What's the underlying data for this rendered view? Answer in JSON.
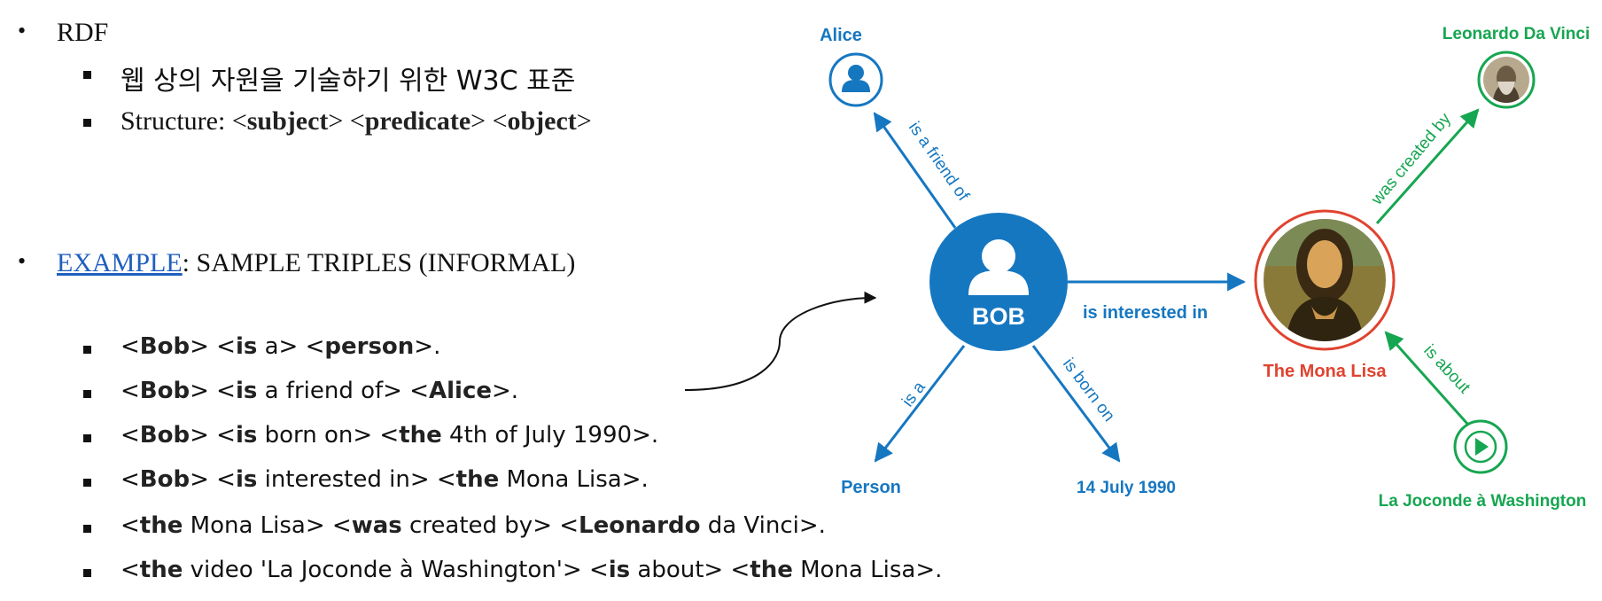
{
  "left": {
    "rdf": {
      "title": "RDF",
      "line1": "웹 상의 자원을 기술하기 위한 W3C 표준",
      "structure_prefix": "Structure: ",
      "subject": "subject",
      "predicate": "predicate",
      "object": "object"
    },
    "example": {
      "link_text": "EXAMPLE",
      "rest": ": SAMPLE TRIPLES (INFORMAL)",
      "triples": [
        {
          "s_bold": "Bob",
          "p_bold": "is",
          "p_rest": " a",
          "o_bold": "person",
          "o_rest": ""
        },
        {
          "s_bold": "Bob",
          "p_bold": "is",
          "p_rest": " a friend of",
          "o_bold": "Alice",
          "o_rest": ""
        },
        {
          "s_bold": "Bob",
          "p_bold": "is",
          "p_rest": " born on",
          "o_bold": "the",
          "o_rest": " 4th of July 1990"
        },
        {
          "s_bold": "Bob",
          "p_bold": "is",
          "p_rest": " interested in",
          "o_bold": "the",
          "o_rest": " Mona Lisa"
        },
        {
          "s_bold": "the",
          "s_rest": " Mona Lisa",
          "p_bold": "was",
          "p_rest": " created by",
          "o_bold": "Leonardo",
          "o_rest": " da Vinci"
        },
        {
          "s_bold": "the",
          "s_rest": " video 'La Joconde à Washington'",
          "p_bold": "is",
          "p_rest": " about",
          "o_bold": "the",
          "o_rest": " Mona Lisa"
        }
      ]
    }
  },
  "graph": {
    "colors": {
      "blue": "#1677c1",
      "green": "#16a651",
      "red": "#e0432f"
    },
    "nodes": {
      "bob": "BOB",
      "alice": "Alice",
      "person": "Person",
      "date": "14 July 1990",
      "mona": "The Mona Lisa",
      "leonardo": "Leonardo Da Vinci",
      "video": "La Joconde à Washington"
    },
    "edges": {
      "friend": "is a friend of",
      "isa": "is a",
      "born": "is born on",
      "interested": "is interested in",
      "created": "was created by",
      "about": "is about"
    }
  }
}
